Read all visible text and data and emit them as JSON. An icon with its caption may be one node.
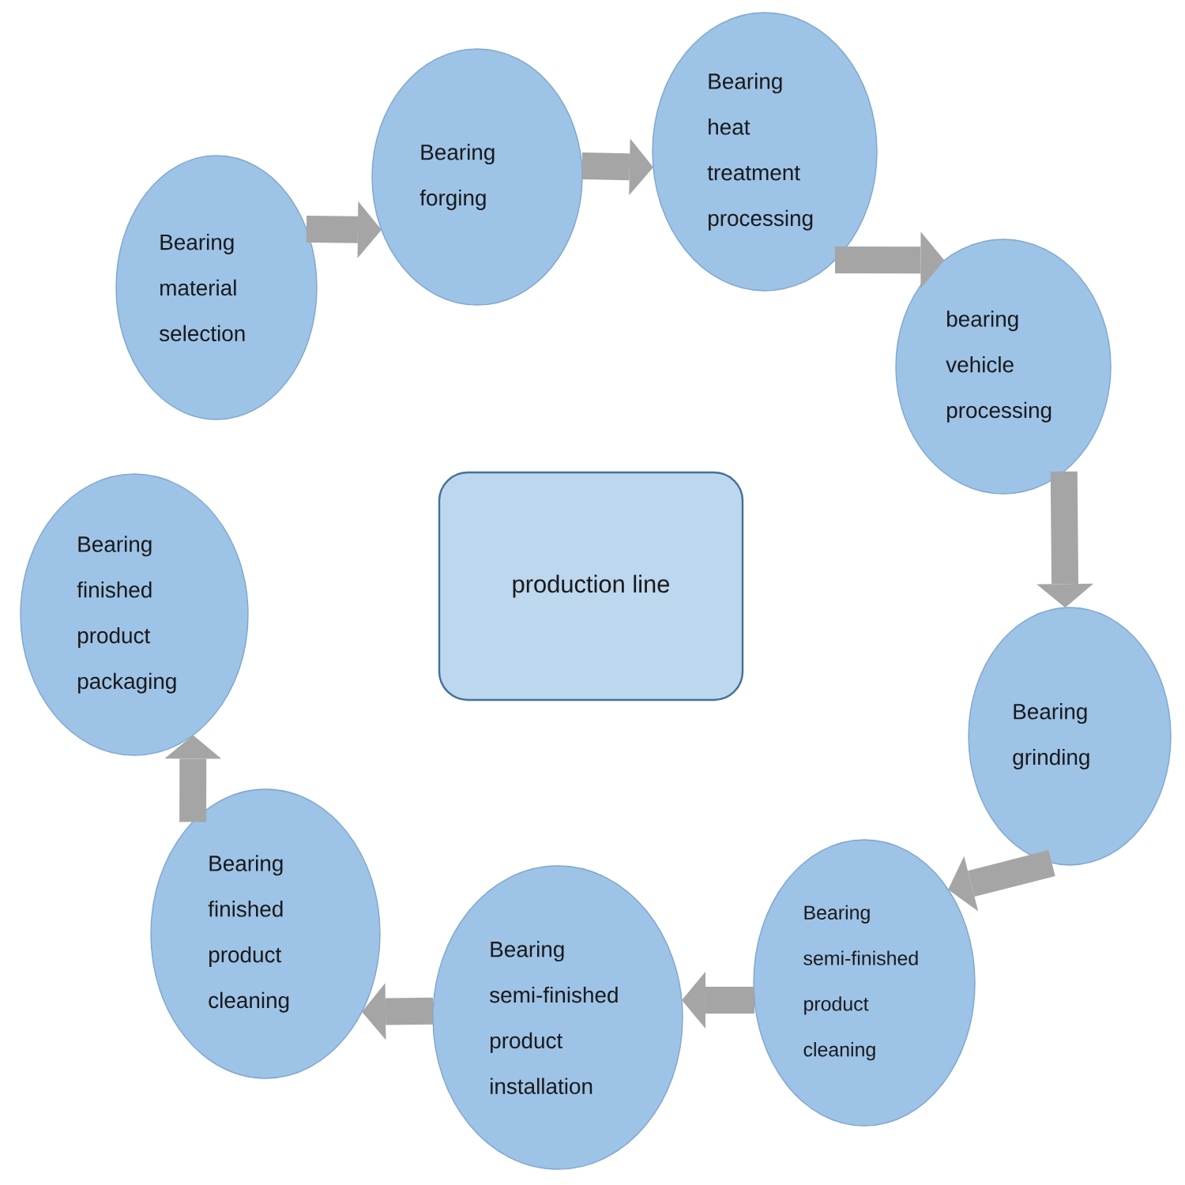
{
  "diagram": {
    "nodes": [
      {
        "text": [
          "Bearing material selection"
        ]
      },
      {
        "text": [
          "Bearing forging"
        ]
      },
      {
        "text": [
          "Bearing heat treatment processing"
        ]
      },
      {
        "text": [
          "bearing vehicle processing"
        ]
      },
      {
        "text": [
          "Bearing grinding"
        ]
      },
      {
        "text": [
          "Bearing semi-finished product cleaning"
        ]
      },
      {
        "text": [
          "Bearing semi-finished product installation"
        ]
      },
      {
        "text": [
          "Bearing finished product cleaning"
        ]
      },
      {
        "text": [
          "Bearing finished product packaging"
        ]
      },
      {
        "text": [
          "production line"
        ]
      }
    ],
    "edges": [
      {
        "from": 0,
        "to": 1,
        "arrow": "to"
      },
      {
        "from": 1,
        "to": 2,
        "arrow": "to"
      },
      {
        "from": 2,
        "to": 3,
        "arrow": "to"
      },
      {
        "from": 3,
        "to": 4,
        "arrow": "to"
      },
      {
        "from": 4,
        "to": 5,
        "arrow": "to"
      },
      {
        "from": 5,
        "to": 6,
        "arrow": "to"
      },
      {
        "from": 6,
        "to": 7,
        "arrow": "to"
      },
      {
        "from": 7,
        "to": 8,
        "arrow": "to"
      }
    ]
  }
}
